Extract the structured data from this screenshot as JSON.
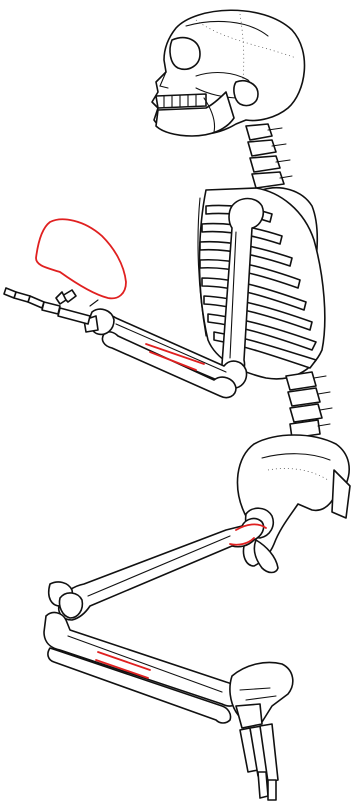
{
  "figure": {
    "subject": "skeleton-side-view",
    "colors": {
      "line": "#111111",
      "bone_fill": "#ffffff",
      "highlight": "#e02020"
    },
    "highlighted_regions": [
      "forearm-radius",
      "femur-neck",
      "fibula-shaft",
      "detached-outline"
    ]
  }
}
